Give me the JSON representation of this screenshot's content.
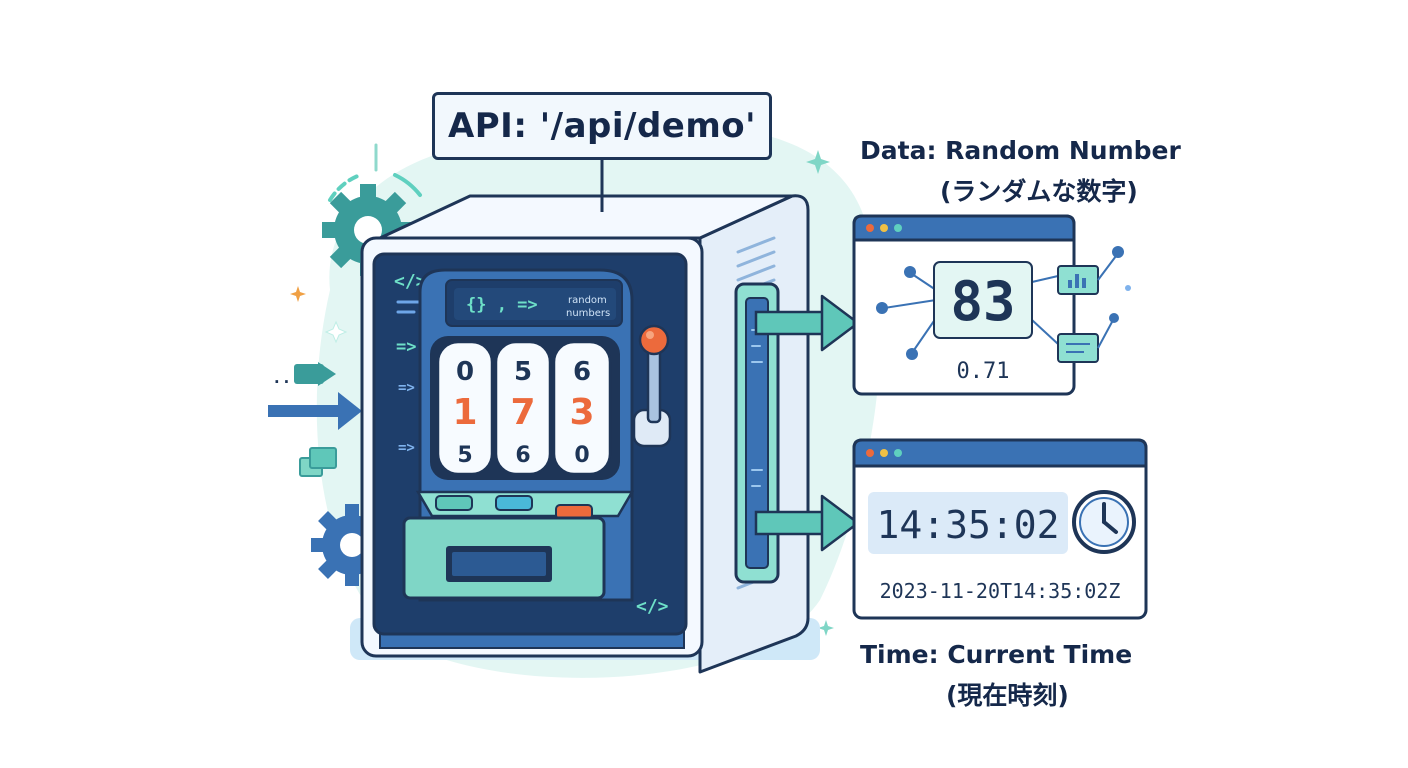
{
  "api_label": "API: '/api/demo'",
  "data_caption": {
    "title": "Data: Random Number",
    "subtitle": "(ランダムな数字)"
  },
  "time_caption": {
    "title": "Time: Current Time",
    "subtitle": "(現在時刻)"
  },
  "machine": {
    "code_tag_top": "</>",
    "code_tag_bottom": "</>",
    "arrow_glyph": "=>",
    "display_code": "{} , =>",
    "display_text_line1": "random",
    "display_text_line2": "numbers",
    "reels": [
      {
        "top": "0",
        "middle": "1",
        "bottom": "5"
      },
      {
        "top": "5",
        "middle": "7",
        "bottom": "6"
      },
      {
        "top": "6",
        "middle": "3",
        "bottom": "0"
      }
    ]
  },
  "data_panel": {
    "number": "83",
    "decimal": "0.71"
  },
  "time_panel": {
    "clock_time": "14:35:02",
    "iso_timestamp": "2023-11-20T14:35:02Z"
  },
  "colors": {
    "navy": "#1e3557",
    "mid_blue": "#3a72b4",
    "teal": "#5fd0bf",
    "orange": "#ec6a3c",
    "light_bg": "#e6f7f4"
  }
}
